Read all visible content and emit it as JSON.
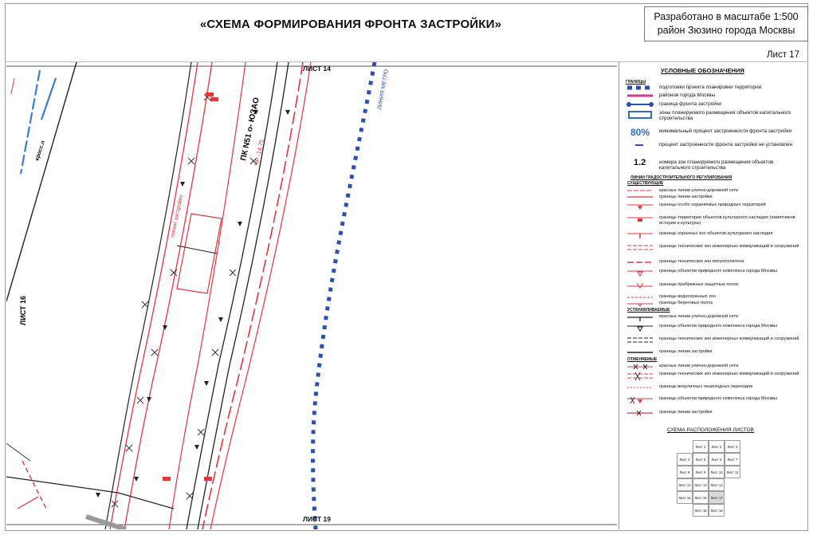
{
  "header": {
    "title": "«СХЕМА ФОРМИРОВАНИЯ ФРОНТА ЗАСТРОЙКИ»",
    "scale_note": "Разработано в масштабе 1:500",
    "district": "район Зюзино города Москвы",
    "sheet_no": "Лист 17"
  },
  "map": {
    "sheet_top": "ЛИСТ 14",
    "sheet_left": "ЛИСТ 16",
    "sheet_bottom": "ЛИСТ 19",
    "pk_label": "ПК N51 о- ЮЗАО",
    "pk_sub": "ЧР -14.75",
    "metro_line": "ЛИНИЯ МЕТРО",
    "cross_label": "кросс.л",
    "building_line_label": "линии застройки"
  },
  "legend": {
    "title": "УСЛОВНЫЕ ОБОЗНАЧЕНИЯ",
    "sec_bounds": "ГРАНИЦЫ",
    "b1": "подготовки проекта планировки территории",
    "b2": "районов города Москвы",
    "b3": "граница фронта застройки",
    "b4": "зоны планируемого размещения объектов капитального строительства",
    "pct_value": "80%",
    "b5": "минимальный процент застроенности фронта застройки",
    "b6": "процент застроенности фронта застройки не установлен",
    "zone_num": "1.2",
    "b7": "номера зон планируемого размещения объектов капитального строительства",
    "sec_lines": "ЛИНИИ ГРАДОСТРОИТЕЛЬНОГО РЕГУЛИРОВАНИЯ",
    "sec_existing": "СУЩЕСТВУЮЩИЕ",
    "e1": "красные линии улично-дорожной сети",
    "e2": "границы линии застройки",
    "e3": "границы особо охраняемых природных территорий",
    "e4": "границы территории объектов культурного наследия (памятников истории и культуры)",
    "e5": "границы охранных зон объектов культурного наследия",
    "e6": "границы технических зон инженерных коммуникаций и сооружений",
    "e7": "границы технических зон метрополитена",
    "e8": "границы объектов природного комплекса города Москвы",
    "e9": "границы прибрежных защитных полос",
    "e10": "границы водоохранных зон",
    "e11": "границы береговых полос",
    "sec_established": "УСТАНАВЛИВАЕМЫЕ",
    "s1": "красные линии улично-дорожной сети",
    "s2": "границы объектов природного комплекса города Москвы",
    "s3": "границы технических зон инженерных коммуникаций и сооружений",
    "s4": "границы линии застройки",
    "sec_cancelled": "ОТМЕНЯЕМЫЕ",
    "c1": "красные линии улично-дорожной сети",
    "c2": "границы технических зон инженерных коммуникаций и сооружений",
    "c3": "границы внеуличных пешеходных переходов",
    "c4": "границы объектов природного комплекса города Москвы",
    "c5": "границы линии застройки"
  },
  "sheet_layout": {
    "title": "СХЕМА РАСПОЛОЖЕНИЯ ЛИСТОВ",
    "sheets": [
      "Лист 1",
      "Лист 2",
      "Лист 3",
      "Лист 4",
      "Лист 5",
      "Лист 6",
      "Лист 7",
      "Лист 8",
      "Лист 9",
      "Лист 10",
      "Лист 11",
      "Лист 12",
      "Лист 13",
      "Лист 14",
      "Лист 16",
      "Лист 16",
      "Лист 17",
      "Лист 18",
      "Лист 19"
    ]
  },
  "colors": {
    "red_line": "#e0363c",
    "blue_dash": "#2b4fb5",
    "pct_blue": "#2f6fb8",
    "bg": "#ffffff"
  }
}
